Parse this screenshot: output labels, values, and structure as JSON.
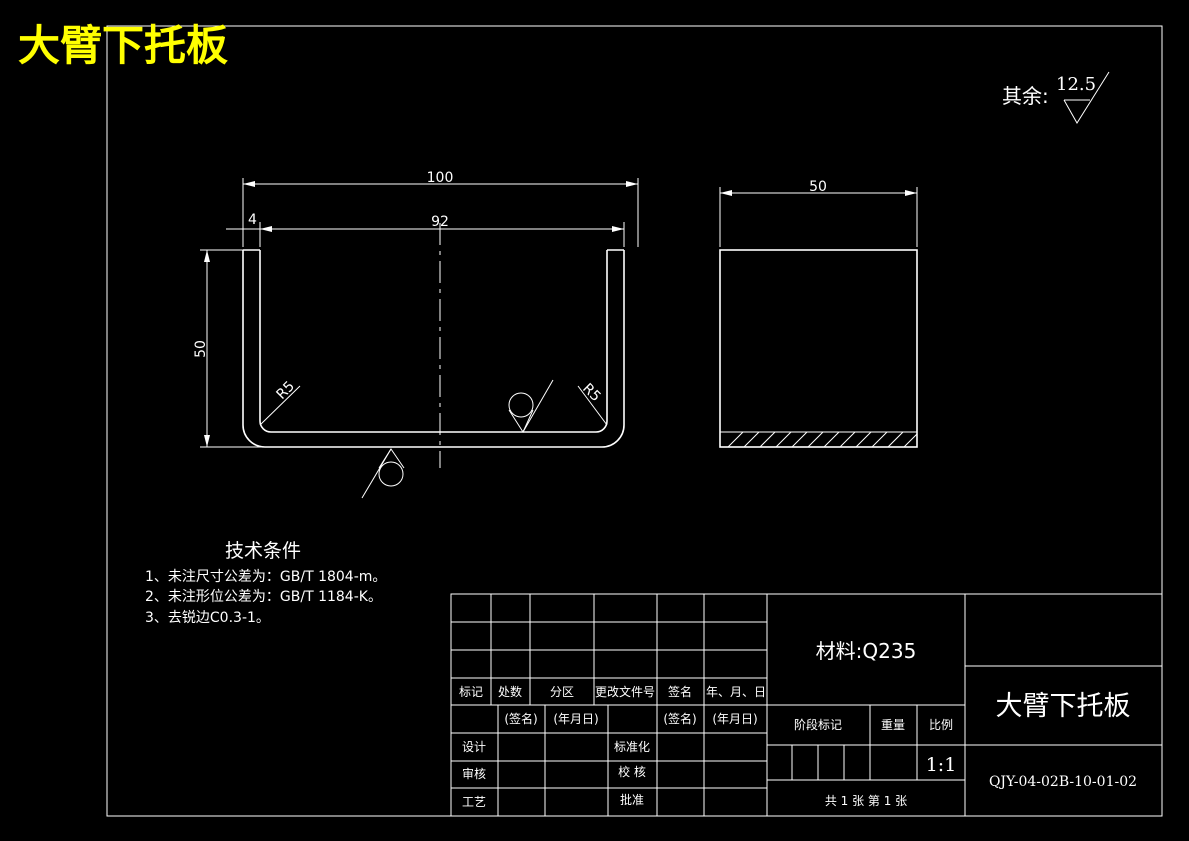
{
  "drawing": {
    "title_large": "大臂下托板",
    "roughness_prefix": "其余:",
    "roughness_value": "12.5"
  },
  "dimensions": {
    "overall_width": "100",
    "inner_width": "92",
    "thickness": "4",
    "height": "50",
    "radius_left": "R5",
    "radius_right": "R5",
    "side_width": "50"
  },
  "technical_requirements": {
    "heading": "技术条件",
    "items": [
      "1、未注尺寸公差为：GB/T 1804-m。",
      "2、未注形位公差为：GB/T 1184-K。",
      "3、去锐边C0.3-1。"
    ]
  },
  "title_block": {
    "material": "材料:Q235",
    "part_name": "大臂下托板",
    "drawing_number": "QJY-04-02B-10-01-02",
    "scale": "1:1",
    "sheets": "共 1 张  第 1 张",
    "header": {
      "mark": "标记",
      "count": "处数",
      "zone": "分区",
      "change_doc": "更改文件号",
      "signature": "签名",
      "date": "年、月、日"
    },
    "sign_row": {
      "sig1": "(签名)",
      "date1": "(年月日)",
      "sig2": "(签名)",
      "date2": "(年月日)"
    },
    "roles": {
      "design": "设计",
      "standardize": "标准化",
      "review": "审核",
      "proofread": "校  核",
      "process": "工艺",
      "approve": "批准"
    },
    "stage_mark": "阶段标记",
    "weight": "重量",
    "ratio": "比例"
  },
  "colors": {
    "background": "#000000",
    "lines": "#ffffff",
    "title_text": "#ffff00"
  }
}
